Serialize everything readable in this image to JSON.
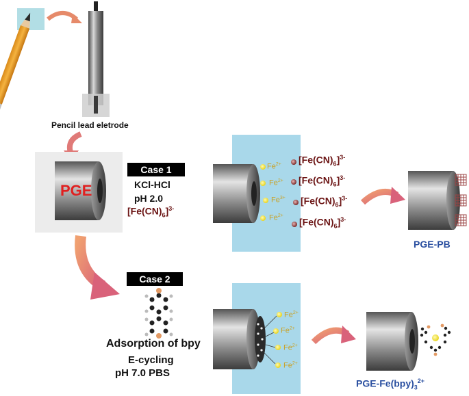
{
  "labels": {
    "pencil_lead": "Pencil lead eletrode",
    "pge": "PGE",
    "case1": "Case 1",
    "case1_electrolyte": "KCl-HCl",
    "case1_ph": "pH 2.0",
    "case1_reagent_base": "[Fe(CN)",
    "case1_reagent_sub": "6",
    "case1_reagent_end": "]",
    "case1_reagent_sup": "3-",
    "case2": "Case 2",
    "adsorption": "Adsorption of bpy",
    "ecycling": "E-cycling",
    "case2_ph": "pH 7.0 PBS",
    "pge_pb": "PGE-PB",
    "pge_febpy_base": "PGE-Fe(bpy)",
    "pge_febpy_sub": "3",
    "pge_febpy_sup": "2+"
  },
  "ions": {
    "fe_base": "Fe",
    "fe_sup": "2+",
    "fe_sup_small": "3+",
    "fecn_base": "[Fe(CN)",
    "fecn_sub": "6",
    "fecn_end": "]",
    "fecn_sup": "3-"
  },
  "colors": {
    "solution_blue": "#a9d8ea",
    "arrow": "#e68a6a",
    "fe_yellow": "#f2e23a",
    "ferricyanide": "#6b1414",
    "label_blue": "#2a4fa0",
    "pge_red": "#e02020"
  }
}
